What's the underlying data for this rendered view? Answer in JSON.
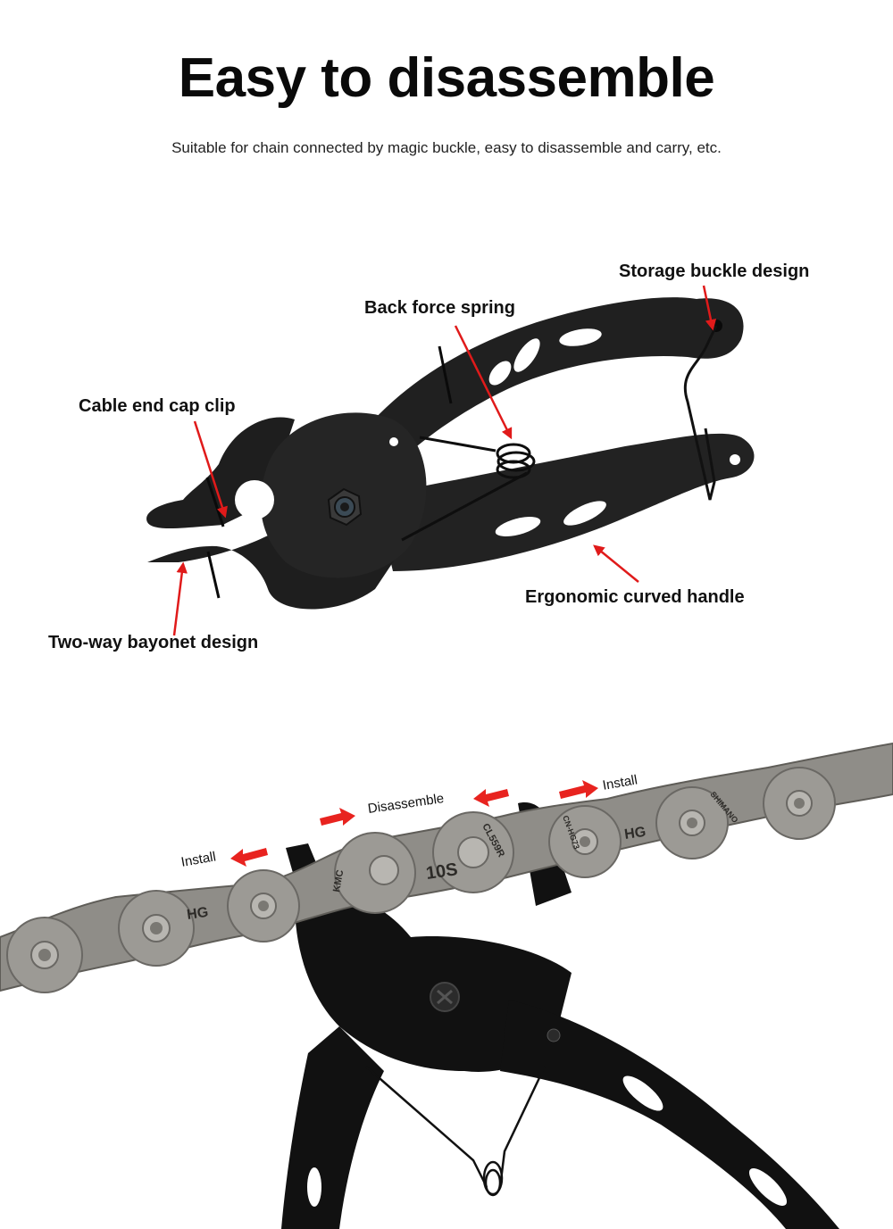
{
  "header": {
    "title": "Easy to disassemble",
    "subtitle": "Suitable for chain connected by magic buckle, easy to disassemble and carry, etc."
  },
  "diagram": {
    "callouts": [
      {
        "id": "storage",
        "label": "Storage buckle design"
      },
      {
        "id": "spring",
        "label": "Back force spring"
      },
      {
        "id": "cable",
        "label": "Cable end cap clip"
      },
      {
        "id": "handle",
        "label": "Ergonomic curved handle"
      },
      {
        "id": "bayonet",
        "label": "Two-way bayonet design"
      }
    ],
    "arrow_color": "#e01a1a",
    "tool_color": "#1c1c1c"
  },
  "chain_photo": {
    "labels": {
      "install_left": "Install",
      "disassemble": "Disassemble",
      "install_right": "Install"
    },
    "link_markings": {
      "quick_link_brand": "KMC",
      "quick_link_model": "CL559R",
      "quick_link_speed": "10S",
      "chain_brand": "SHIMANO",
      "chain_model": "HG",
      "plate_code": "CN-HG73"
    },
    "arrow_color": "#e8231f",
    "chain_color": "#8f8d88"
  }
}
